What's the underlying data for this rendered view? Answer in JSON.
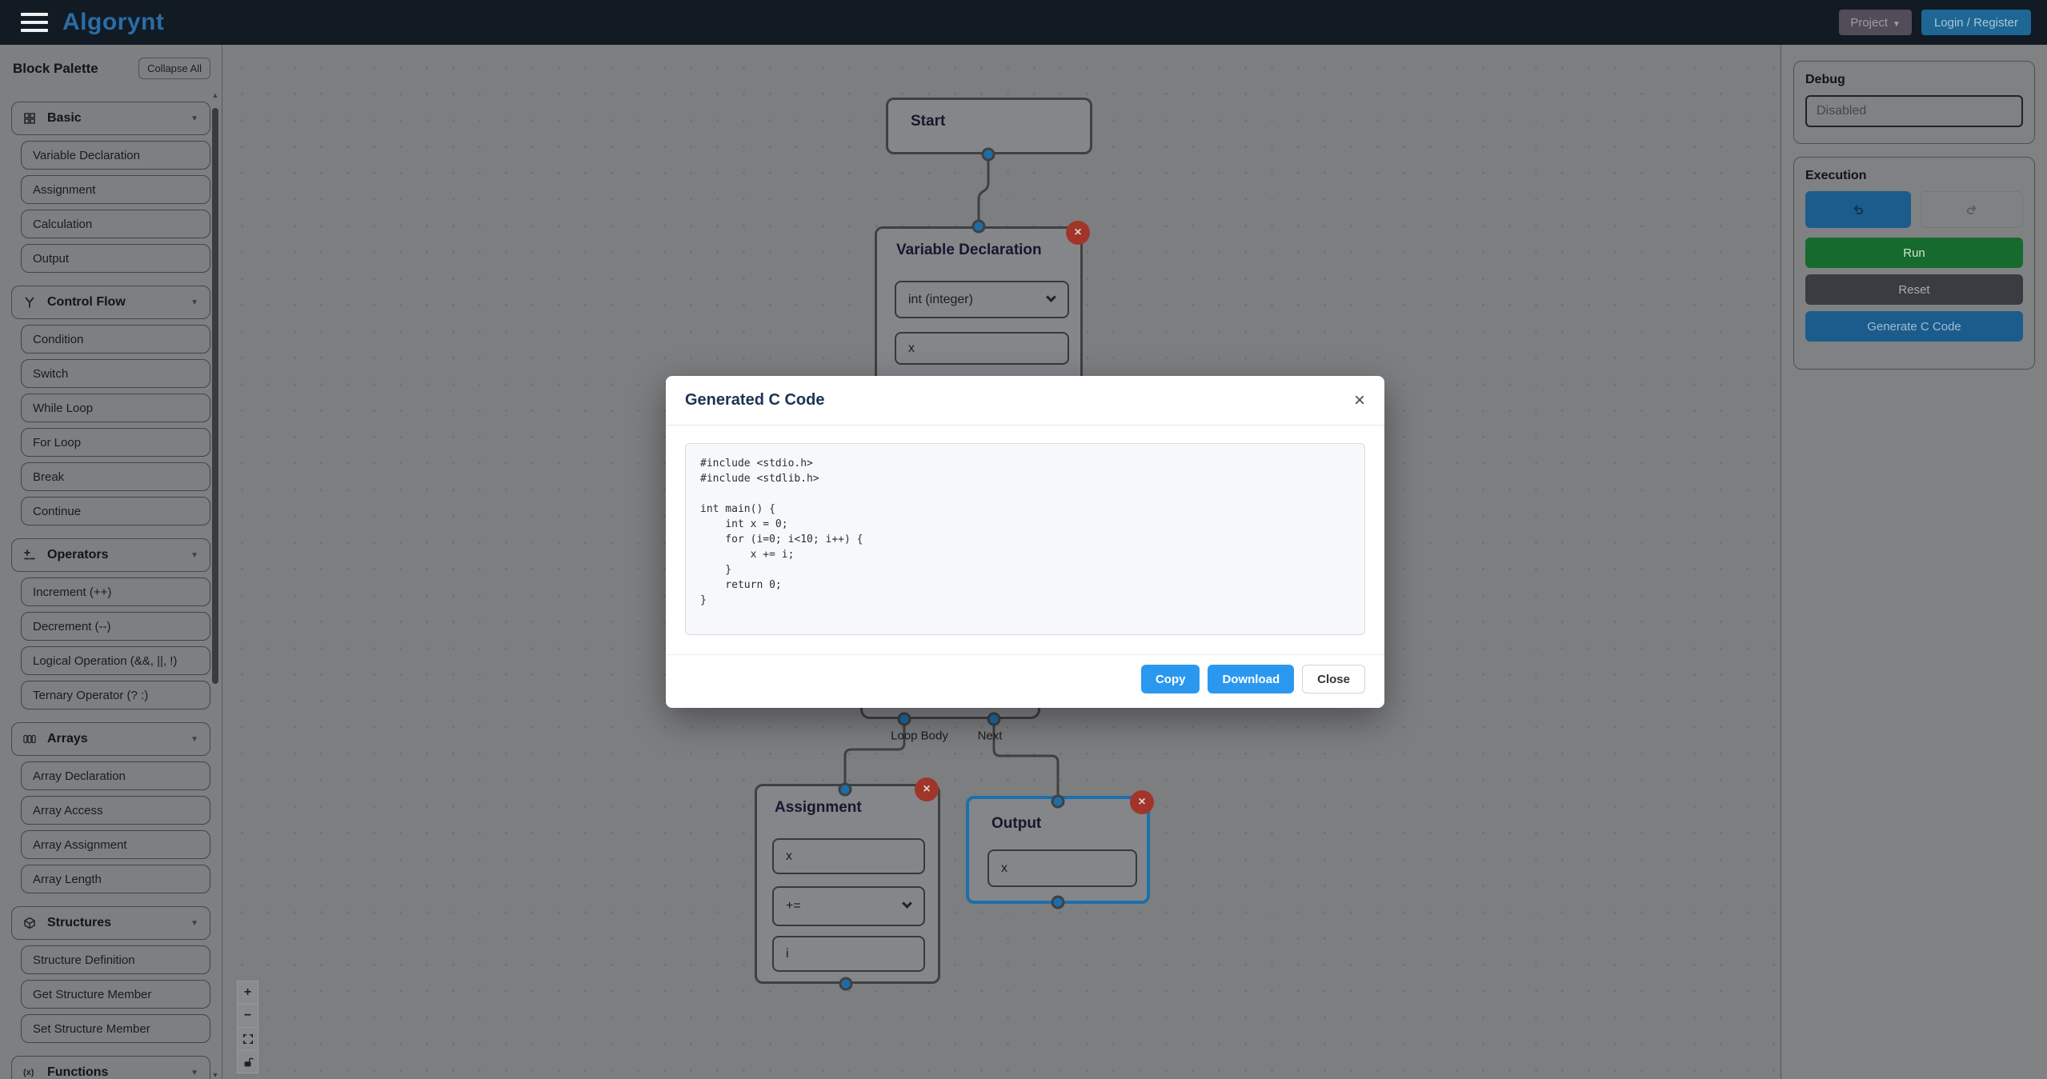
{
  "navbar": {
    "logo": "Algorynt",
    "project_label": "Project",
    "project_caret": "▼",
    "login_label": "Login / Register"
  },
  "palette": {
    "title": "Block Palette",
    "collapse_all_label": "Collapse All",
    "caret": "▼",
    "scroll_up": "▲",
    "scroll_down": "▼",
    "categories": [
      {
        "label": "Basic",
        "icon": "grid-icon",
        "items": [
          "Variable Declaration",
          "Assignment",
          "Calculation",
          "Output"
        ]
      },
      {
        "label": "Control Flow",
        "icon": "branch-icon",
        "items": [
          "Condition",
          "Switch",
          "While Loop",
          "For Loop",
          "Break",
          "Continue"
        ]
      },
      {
        "label": "Operators",
        "icon": "plus-minus-icon",
        "items": [
          "Increment (++)",
          "Decrement (--)",
          "Logical Operation (&&, ||, !)",
          "Ternary Operator (? :)"
        ]
      },
      {
        "label": "Arrays",
        "icon": "array-cells-icon",
        "items": [
          "Array Declaration",
          "Array Access",
          "Array Assignment",
          "Array Length"
        ]
      },
      {
        "label": "Structures",
        "icon": "cube-icon",
        "items": [
          "Structure Definition",
          "Get Structure Member",
          "Set Structure Member"
        ]
      },
      {
        "label": "Functions",
        "icon": "function-icon",
        "items": []
      }
    ]
  },
  "canvas": {
    "nodes": {
      "start": {
        "title": "Start"
      },
      "variable_declaration": {
        "title": "Variable Declaration",
        "type_value": "int (integer)",
        "name_value": "x"
      },
      "for_loop": {
        "loop_body_label": "Loop Body",
        "next_label": "Next"
      },
      "assignment": {
        "title": "Assignment",
        "target_value": "x",
        "operator_value": "+=",
        "value_value": "i"
      },
      "output": {
        "title": "Output",
        "value_value": "x"
      }
    },
    "delete_glyph": "×",
    "controls": {
      "zoom_in": "+",
      "zoom_out": "−"
    }
  },
  "rightbar": {
    "debug": {
      "title": "Debug",
      "value": "Disabled"
    },
    "execution": {
      "title": "Execution",
      "run_label": "Run",
      "reset_label": "Reset",
      "generate_label": "Generate C Code"
    }
  },
  "modal": {
    "title": "Generated C Code",
    "close_glyph": "×",
    "code": "#include <stdio.h>\n#include <stdlib.h>\n\nint main() {\n    int x = 0;\n    for (i=0; i<10; i++) {\n        x += i;\n    }\n    return 0;\n}",
    "copy_label": "Copy",
    "download_label": "Download",
    "close_label": "Close"
  },
  "colors": {
    "navbar_bg": "#121a24",
    "logo_blue": "#2b6da4",
    "canvas_bg": "#7d7e80",
    "node_border": "#3e4144",
    "selected_node_blue": "#1d6fab",
    "connector_blue": "#1f6ca6",
    "delete_red": "#a23529",
    "run_green": "#166a2d",
    "action_blue": "#1c5c8c",
    "modal_accent_blue": "#2b98f0"
  }
}
